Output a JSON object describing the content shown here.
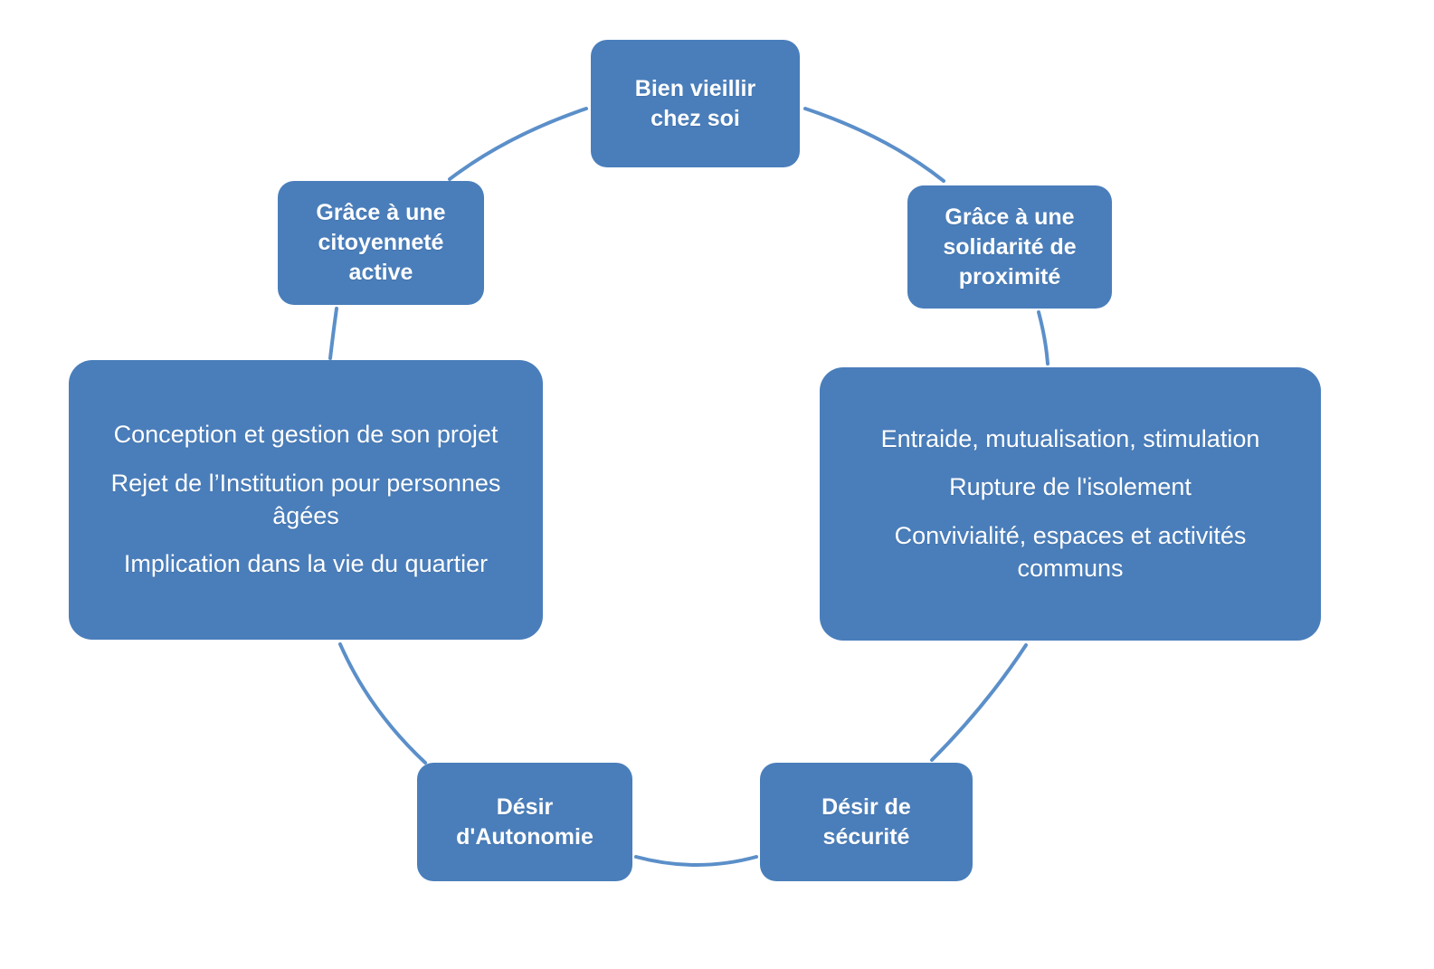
{
  "diagram": {
    "title": "Bien vieillir chez soi",
    "type": "cycle",
    "accent_color": "#4a7ebb",
    "text_color": "#ffffff",
    "background_color": "#ffffff",
    "connector_color": "#5b8fc9",
    "nodes": [
      {
        "id": "bien-vieillir-chez-soi",
        "position": "top",
        "lines": [
          "Bien vieillir",
          "chez soi"
        ],
        "emphasis": "bold"
      },
      {
        "id": "citoyennete-active",
        "position": "upper-left",
        "lines": [
          "Grâce à une",
          "citoyenneté",
          "active"
        ],
        "emphasis": "bold"
      },
      {
        "id": "solidarite-de-proximite",
        "position": "upper-right",
        "lines": [
          "Grâce à une",
          "solidarité de",
          "proximité"
        ],
        "emphasis": "bold"
      },
      {
        "id": "conception-gestion-projet",
        "position": "left",
        "lines": [
          "Conception et gestion de son projet",
          "Rejet de l’Institution pour personnes âgées",
          "Implication dans la vie du quartier"
        ],
        "emphasis": "regular"
      },
      {
        "id": "entraide-mutualisation",
        "position": "right",
        "lines": [
          "Entraide, mutualisation, stimulation",
          "Rupture de l'isolement",
          "Convivialité, espaces et activités communs"
        ],
        "emphasis": "regular"
      },
      {
        "id": "desir-autonomie",
        "position": "bottom-left",
        "lines": [
          "Désir",
          "d'Autonomie"
        ],
        "emphasis": "bold"
      },
      {
        "id": "desir-securite",
        "position": "bottom-right",
        "lines": [
          "Désir de",
          "sécurité"
        ],
        "emphasis": "bold"
      }
    ],
    "connectors": [
      {
        "from": "bien-vieillir-chez-soi",
        "to": "solidarite-de-proximite"
      },
      {
        "from": "solidarite-de-proximite",
        "to": "entraide-mutualisation"
      },
      {
        "from": "entraide-mutualisation",
        "to": "desir-securite"
      },
      {
        "from": "desir-securite",
        "to": "desir-autonomie"
      },
      {
        "from": "desir-autonomie",
        "to": "conception-gestion-projet"
      },
      {
        "from": "conception-gestion-projet",
        "to": "citoyennete-active"
      },
      {
        "from": "citoyennete-active",
        "to": "bien-vieillir-chez-soi"
      }
    ]
  }
}
